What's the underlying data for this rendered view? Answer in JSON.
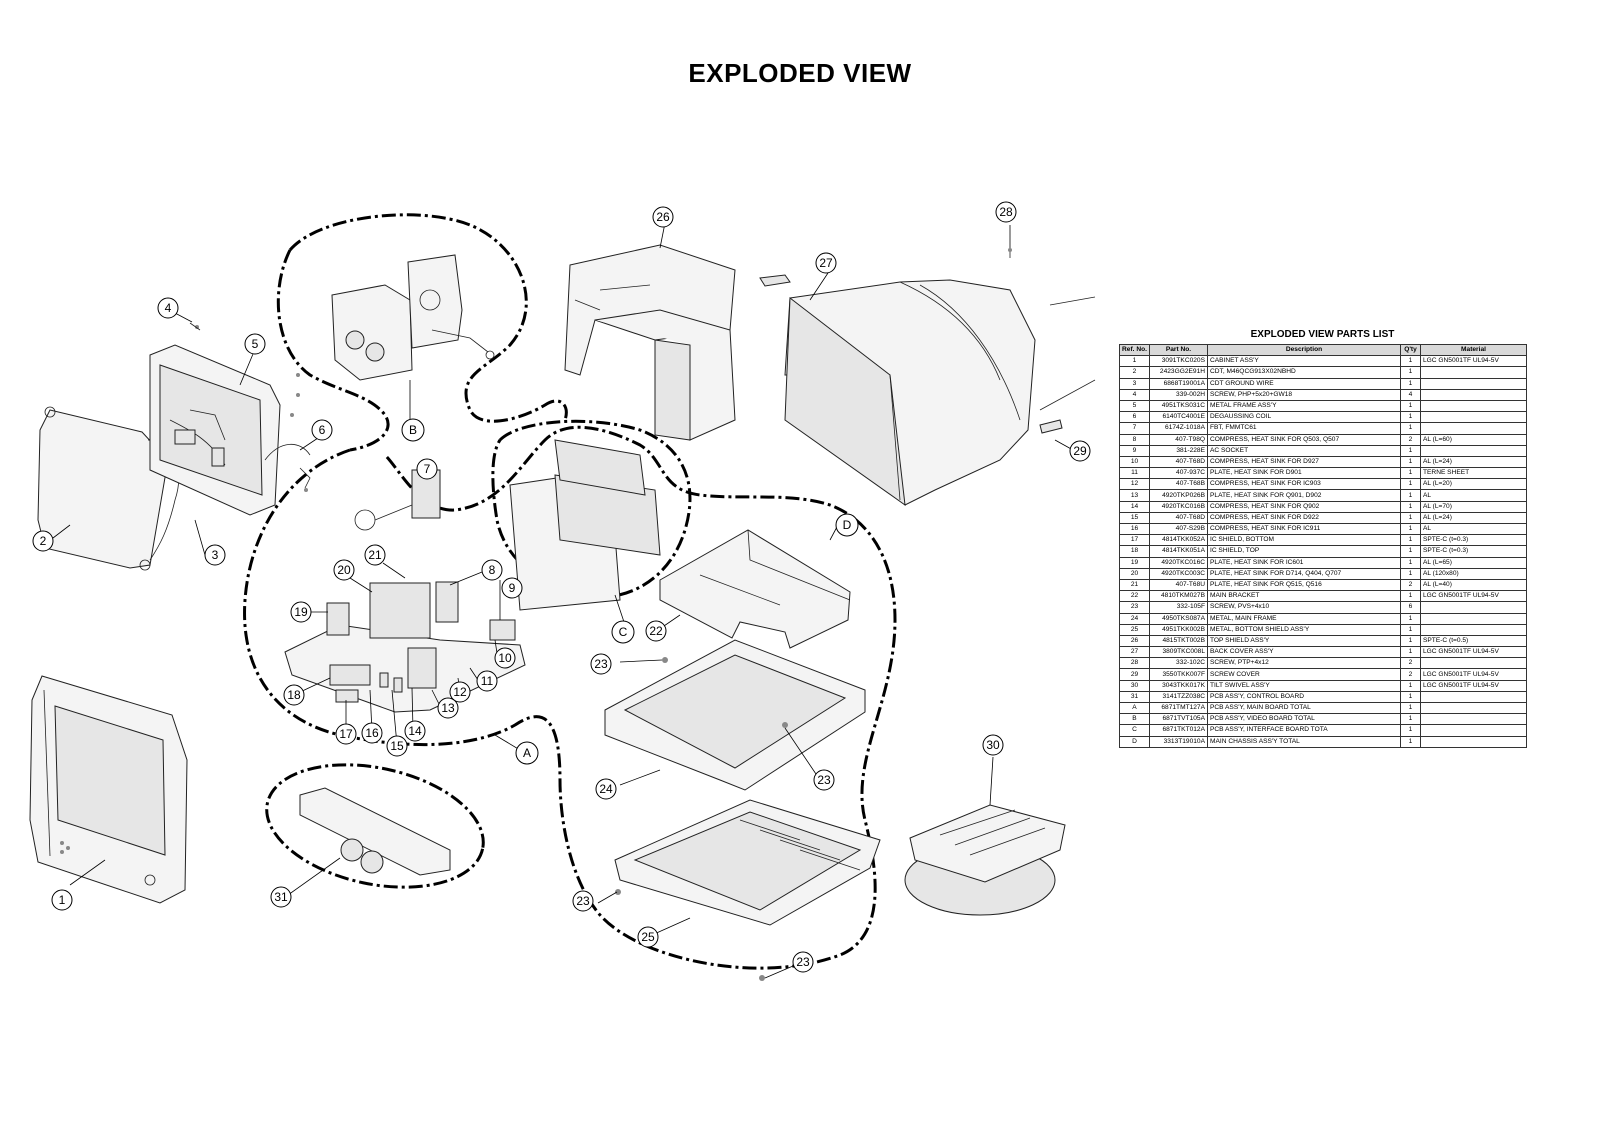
{
  "page": {
    "title": "EXPLODED VIEW"
  },
  "parts_list": {
    "title": "EXPLODED VIEW PARTS LIST",
    "columns": [
      "Ref. No.",
      "Part No.",
      "Description",
      "Q'ty",
      "Material"
    ],
    "rows": [
      [
        "1",
        "3091TKC020S",
        "CABINET ASS'Y",
        "1",
        "LGC GN5001TF   UL94-5V"
      ],
      [
        "2",
        "2423GG2E91H",
        "CDT, M46QCG913X02NBHD",
        "1",
        ""
      ],
      [
        "3",
        "6868T19001A",
        "CDT GROUND WIRE",
        "1",
        ""
      ],
      [
        "4",
        "339-002H",
        "SCREW, PHP+5x20+GW18",
        "4",
        ""
      ],
      [
        "5",
        "4951TKS031C",
        "METAL FRAME ASS'Y",
        "1",
        ""
      ],
      [
        "6",
        "6140TC4001E",
        "DEGAUSSING COIL",
        "1",
        ""
      ],
      [
        "7",
        "6174Z-1018A",
        "FBT, FMMTC61",
        "1",
        ""
      ],
      [
        "8",
        "407-T98Q",
        "COMPRESS, HEAT SINK FOR Q503, Q507",
        "2",
        "AL (L=60)"
      ],
      [
        "9",
        "381-228E",
        "AC SOCKET",
        "1",
        ""
      ],
      [
        "10",
        "407-T68D",
        "COMPRESS, HEAT SINK FOR D927",
        "1",
        "AL (L=24)"
      ],
      [
        "11",
        "407-937C",
        "PLATE, HEAT SINK FOR D901",
        "1",
        "TERNE SHEET"
      ],
      [
        "12",
        "407-T68B",
        "COMPRESS, HEAT SINK FOR IC903",
        "1",
        "AL (L=20)"
      ],
      [
        "13",
        "4920TKP026B",
        "PLATE, HEAT SINK FOR Q901, D902",
        "1",
        "AL"
      ],
      [
        "14",
        "4920TKC016B",
        "COMPRESS, HEAT SINK FOR Q902",
        "1",
        "AL (L=70)"
      ],
      [
        "15",
        "407-T68D",
        "COMPRESS, HEAT SINK FOR D922",
        "1",
        "AL (L=24)"
      ],
      [
        "16",
        "407-S29B",
        "COMPRESS, HEAT SINK FOR IC911",
        "1",
        "AL"
      ],
      [
        "17",
        "4814TKK052A",
        "IC SHIELD, BOTTOM",
        "1",
        "SPTE-C (t=0.3)"
      ],
      [
        "18",
        "4814TKK051A",
        "IC SHIELD, TOP",
        "1",
        "SPTE-C (t=0.3)"
      ],
      [
        "19",
        "4920TKC016C",
        "PLATE, HEAT SINK FOR IC601",
        "1",
        "AL (L=65)"
      ],
      [
        "20",
        "4920TKC003C",
        "PLATE, HEAT SINK FOR D714, Q404, Q707",
        "1",
        "AL (120x80)"
      ],
      [
        "21",
        "407-T68U",
        "PLATE, HEAT SINK FOR Q515, Q516",
        "2",
        "AL (L=40)"
      ],
      [
        "22",
        "4810TKM027B",
        "MAIN BRACKET",
        "1",
        "LGC GN5001TF   UL94-5V"
      ],
      [
        "23",
        "332-105F",
        "SCREW, PVS+4x10",
        "6",
        ""
      ],
      [
        "24",
        "4950TKS087A",
        "METAL, MAIN FRAME",
        "1",
        ""
      ],
      [
        "25",
        "4951TKK002B",
        "METAL, BOTTOM SHIELD ASS'Y",
        "1",
        ""
      ],
      [
        "26",
        "4815TKT002B",
        "TOP SHIELD ASS'Y",
        "1",
        "SPTE-C (t=0.5)"
      ],
      [
        "27",
        "3809TKC008L",
        "BACK COVER ASS'Y",
        "1",
        "LGC GN5001TF   UL94-5V"
      ],
      [
        "28",
        "332-102C",
        "SCREW, PTP+4x12",
        "2",
        ""
      ],
      [
        "29",
        "3550TKK007F",
        "SCREW COVER",
        "2",
        "LGC GN5001TF   UL94-5V"
      ],
      [
        "30",
        "3043TKK017K",
        "TILT SWIVEL ASS'Y",
        "1",
        "LGC GN5001TF   UL94-5V"
      ],
      [
        "31",
        "3141TZZ038C",
        "PCB ASS'Y, CONTROL BOARD",
        "1",
        ""
      ],
      [
        "A",
        "6871TMT127A",
        "PCB ASS'Y, MAIN BOARD TOTAL",
        "1",
        ""
      ],
      [
        "B",
        "6871TVT105A",
        "PCB ASS'Y, VIDEO BOARD TOTAL",
        "1",
        ""
      ],
      [
        "C",
        "6871TKT012A",
        "PCB ASS'Y, INTERFACE BOARD TOTA",
        "1",
        ""
      ],
      [
        "D",
        "3313T19010A",
        "MAIN CHASSIS ASS'Y TOTAL",
        "1",
        ""
      ]
    ]
  },
  "callouts": [
    "1",
    "2",
    "3",
    "4",
    "5",
    "6",
    "7",
    "8",
    "9",
    "10",
    "11",
    "12",
    "13",
    "14",
    "15",
    "16",
    "17",
    "18",
    "19",
    "20",
    "21",
    "22",
    "23",
    "23",
    "23",
    "23",
    "24",
    "25",
    "26",
    "27",
    "28",
    "29",
    "30",
    "31",
    "A",
    "B",
    "C",
    "D"
  ]
}
